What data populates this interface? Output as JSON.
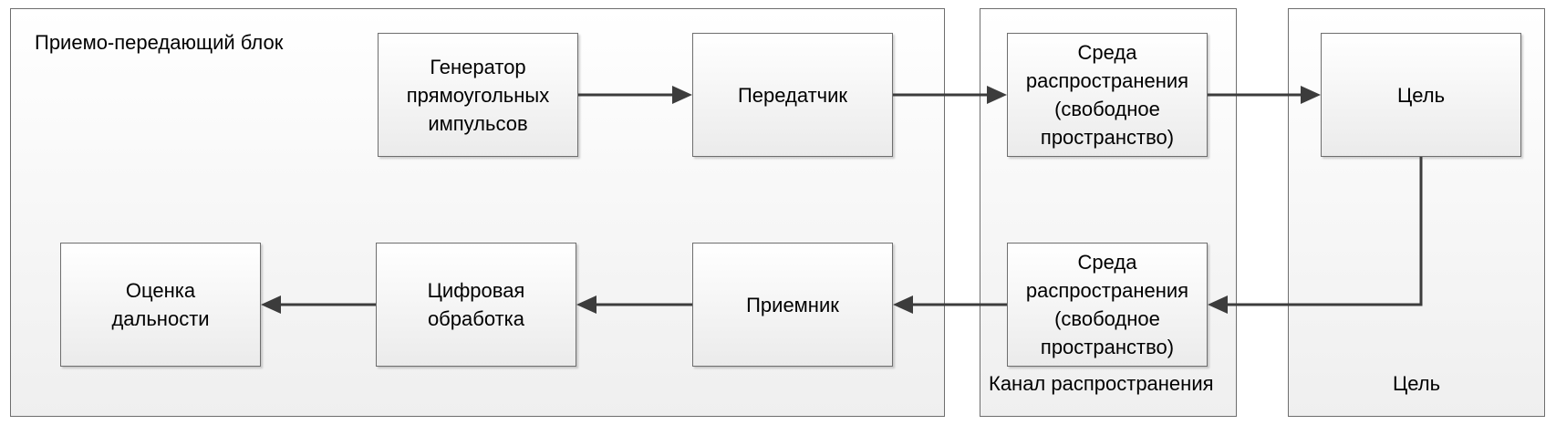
{
  "containers": {
    "transceiver": {
      "title": "Приемо-передающий блок"
    },
    "channel": {
      "title": "Канал распространения"
    },
    "target": {
      "title": "Цель"
    }
  },
  "blocks": {
    "generator": "Генератор\nпрямоугольных\nимпульсов",
    "transmitter": "Передатчик",
    "medium_forward": "Среда\nраспространения\n(свободное\nпространство)",
    "target": "Цель",
    "medium_return": "Среда\nраспространения\n(свободное\nпространство)",
    "receiver": "Приемник",
    "digital_processing": "Цифровая\nобработка",
    "range_estimation": "Оценка\nдальности"
  },
  "colors": {
    "arrow": "#3c3c3c",
    "border": "#6e6e6e"
  }
}
